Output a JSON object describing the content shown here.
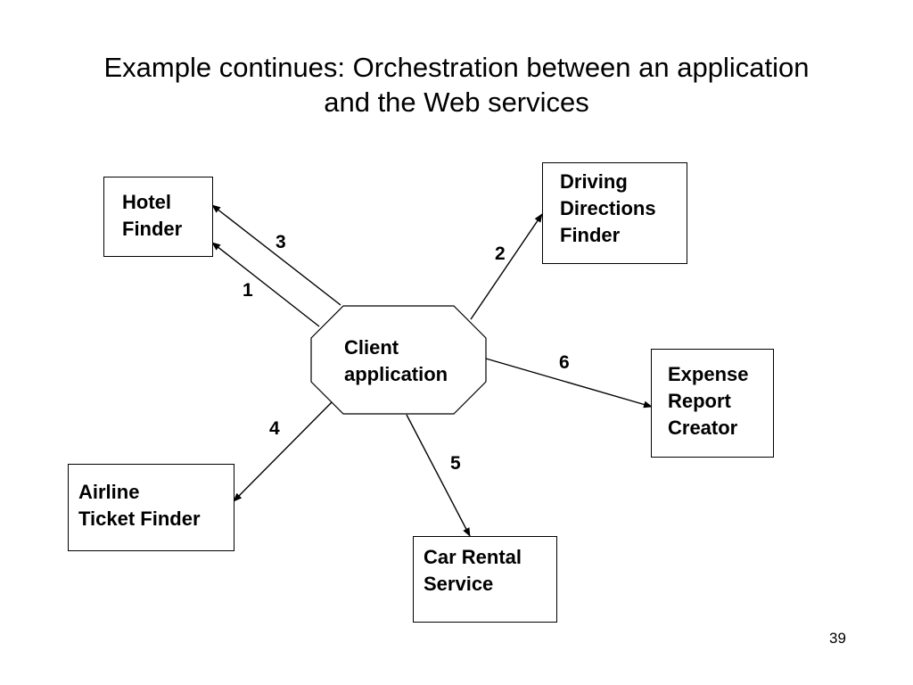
{
  "title": {
    "line1": "Example continues: Orchestration between an application",
    "line2": "and the Web services"
  },
  "client": {
    "line1": "Client",
    "line2": "application"
  },
  "services": {
    "hotel": {
      "line1": "Hotel",
      "line2": "Finder"
    },
    "driving": {
      "line1": "Driving",
      "line2": "Directions",
      "line3": "Finder"
    },
    "expense": {
      "line1": "Expense",
      "line2": "Report",
      "line3": "Creator"
    },
    "airline": {
      "line1": "Airline",
      "line2": "Ticket Finder"
    },
    "car": {
      "line1": "Car Rental",
      "line2": "Service"
    }
  },
  "steps": {
    "s1": "1",
    "s2": "2",
    "s3": "3",
    "s4": "4",
    "s5": "5",
    "s6": "6"
  },
  "page_number": "39"
}
